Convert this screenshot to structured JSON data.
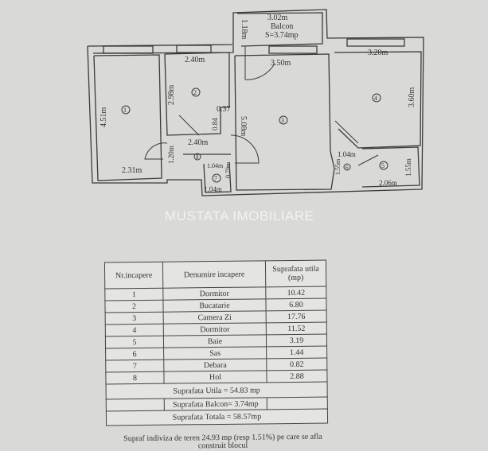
{
  "plan": {
    "balcony": {
      "width": "3.02m",
      "label": "Balcon",
      "area": "S=3.74mp",
      "depth": "1.18m"
    },
    "dimensions": {
      "room1_height": "4.51m",
      "room1_width": "2.31m",
      "room2_width": "2.40m",
      "room2_height": "2.98m",
      "room2_notch_a": "0.37",
      "room2_notch_b": "0.84",
      "room3_width": "3.50m",
      "room3_height": "5.08m",
      "room4_width": "3.20m",
      "room4_height": "3.60m",
      "hall_width": "2.40m",
      "hall_height": "1.20m",
      "pantry_top": "1.04m",
      "pantry_side": "0.79m",
      "pantry_bottom": "1.04m",
      "sas_width": "1.04m",
      "sas_height": "1.55m",
      "bath_width": "2.06m",
      "bath_height": "1.55m"
    },
    "room_numbers": [
      "1",
      "2",
      "3",
      "4",
      "5",
      "6",
      "7",
      "8"
    ]
  },
  "watermark": "MUSTATA IMOBILIARE",
  "table": {
    "headers": [
      "Nr.incapere",
      "Denumire incapere",
      "Suprafata utila (mp)"
    ],
    "rows": [
      {
        "nr": "1",
        "name": "Dormitor",
        "area": "10.42"
      },
      {
        "nr": "2",
        "name": "Bucatarie",
        "area": "6.80"
      },
      {
        "nr": "3",
        "name": "Camera Zi",
        "area": "17.76"
      },
      {
        "nr": "4",
        "name": "Dormitor",
        "area": "11.52"
      },
      {
        "nr": "5",
        "name": "Baie",
        "area": "3.19"
      },
      {
        "nr": "6",
        "name": "Sas",
        "area": "1.44"
      },
      {
        "nr": "7",
        "name": "Debara",
        "area": "0.82"
      },
      {
        "nr": "8",
        "name": "Hol",
        "area": "2.88"
      }
    ],
    "total_useful": "Suprafata Utila = 54.83 mp",
    "balcony_area": "Suprafata Balcon= 3.74mp",
    "total_area": "Suprafata Totala = 58.57mp",
    "footnote_line1": "Supraf indiviza de teren 24.93 mp (resp 1.51%) pe care se afla",
    "footnote_line2": "construit blocul"
  }
}
